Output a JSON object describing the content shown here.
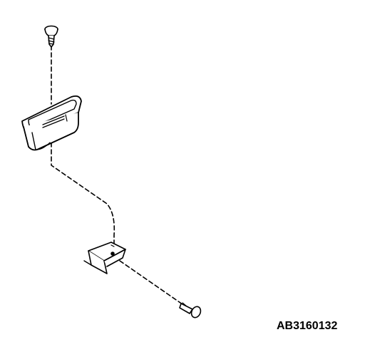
{
  "figure": {
    "reference_code": "AB3160132",
    "parts": [
      {
        "name": "upper-screw",
        "icon": "screw-icon"
      },
      {
        "name": "handle-housing",
        "icon": "grab-handle-icon"
      },
      {
        "name": "mounting-bracket",
        "icon": "bracket-icon"
      },
      {
        "name": "lower-screw",
        "icon": "screw-icon"
      }
    ],
    "colors": {
      "line": "#000000",
      "background": "#ffffff"
    }
  }
}
